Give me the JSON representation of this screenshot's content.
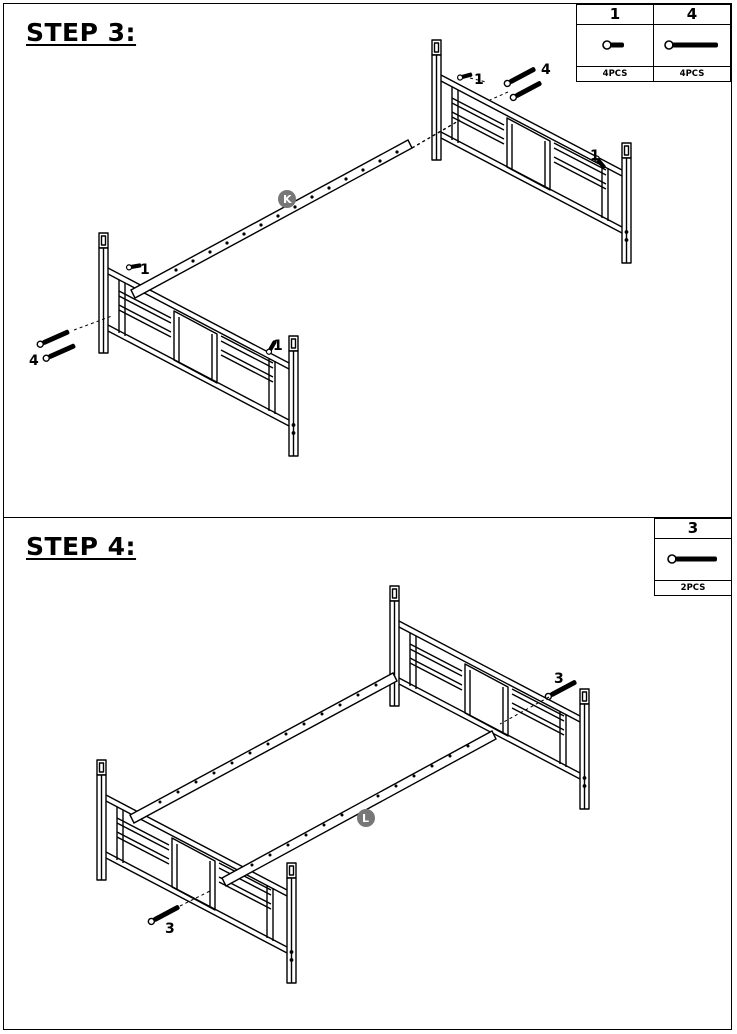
{
  "step3": {
    "title": "STEP 3:",
    "parts": [
      {
        "number": "1",
        "icon": "short-bolt-icon",
        "qty": "4PCS"
      },
      {
        "number": "4",
        "icon": "long-bolt-icon",
        "qty": "4PCS"
      }
    ],
    "callouts": [
      "1",
      "4",
      "1",
      "1",
      "4",
      "1"
    ],
    "part_letter": "K"
  },
  "step4": {
    "title": "STEP 4:",
    "parts": [
      {
        "number": "3",
        "icon": "long-bolt-icon",
        "qty": "2PCS"
      }
    ],
    "callouts": [
      "3",
      "3"
    ],
    "part_letter": "L"
  }
}
